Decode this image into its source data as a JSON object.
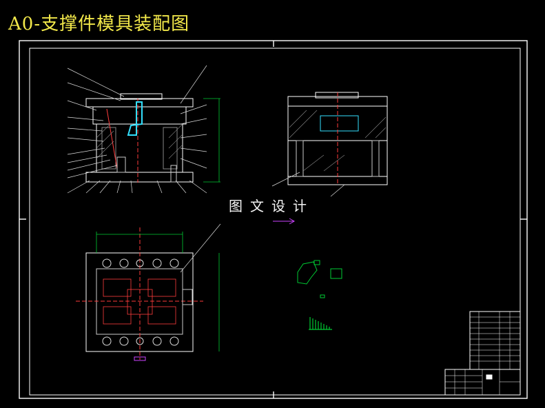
{
  "title": "A0-支撑件模具装配图",
  "watermark": "图文设计",
  "colors": {
    "title": "#f2e84a",
    "background": "#000000",
    "frame": "#ffffff",
    "dimension": "#00cc33",
    "section_a": "#ff3d3d",
    "section_b": "#33e0ff",
    "accent": "#cc44ff"
  },
  "views": [
    "front-section-view",
    "side-section-view",
    "top-plan-view",
    "detail-views",
    "title-block"
  ]
}
